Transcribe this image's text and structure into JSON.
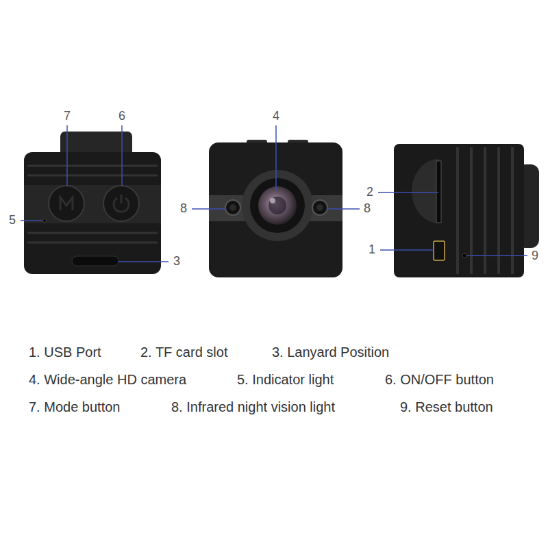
{
  "diagram": {
    "labels": [
      "7",
      "6",
      "5",
      "3",
      "4",
      "8",
      "8",
      "2",
      "1",
      "9",
      "1. USB Port",
      "2. TF card slot",
      "3. Lanyard Position",
      "4. Wide-angle HD camera",
      "5. Indicator light",
      "6. ON/OFF button",
      "7. Mode button",
      "8. Infrared night vision light",
      "9. Reset button"
    ]
  }
}
